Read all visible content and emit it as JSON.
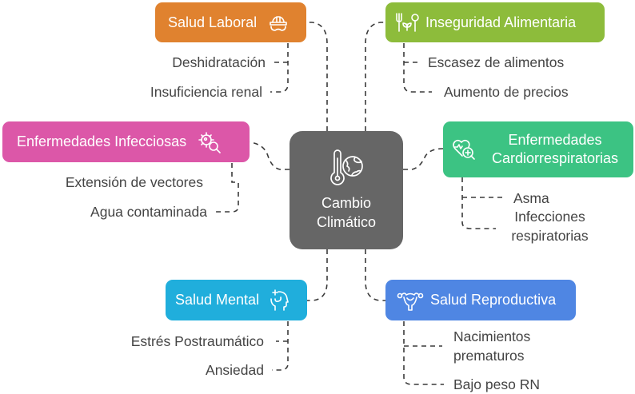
{
  "center": {
    "line1": "Cambio",
    "line2": "Climático",
    "icon": "thermometer-globe-icon",
    "color": "#666666"
  },
  "branches": {
    "laboral": {
      "title": "Salud Laboral",
      "icon": "hard-hat-icon",
      "color": "#E0822F",
      "leaves": [
        "Deshidratación",
        "Insuficiencia renal"
      ]
    },
    "alimentaria": {
      "title": "Inseguridad Alimentaria",
      "icon": "fork-leaf-spoon-icon",
      "color": "#8DBC3B",
      "leaves": [
        "Escasez de alimentos",
        "Aumento de precios"
      ]
    },
    "infecciosas": {
      "title": "Enfermedades Infecciosas",
      "icon": "virus-search-icon",
      "color": "#DC57A8",
      "leaves": [
        "Extensión de vectores",
        "Agua contaminada"
      ]
    },
    "cardio": {
      "title_line1": "Enfermedades",
      "title_line2": "Cardiorrespiratorias",
      "icon": "heart-search-icon",
      "color": "#3CC383",
      "leaves": [
        "Asma",
        "Infecciones respiratorias"
      ]
    },
    "mental": {
      "title": "Salud Mental",
      "icon": "head-cross-icon",
      "color": "#20AEDC",
      "leaves": [
        "Estrés Postraumático",
        "Ansiedad"
      ]
    },
    "reproductiva": {
      "title": "Salud Reproductiva",
      "icon": "uterus-icon",
      "color": "#4F86E3",
      "leaves": [
        "Nacimientos prematuros",
        "Bajo peso RN"
      ]
    }
  },
  "line_color": "#3A3A3A"
}
